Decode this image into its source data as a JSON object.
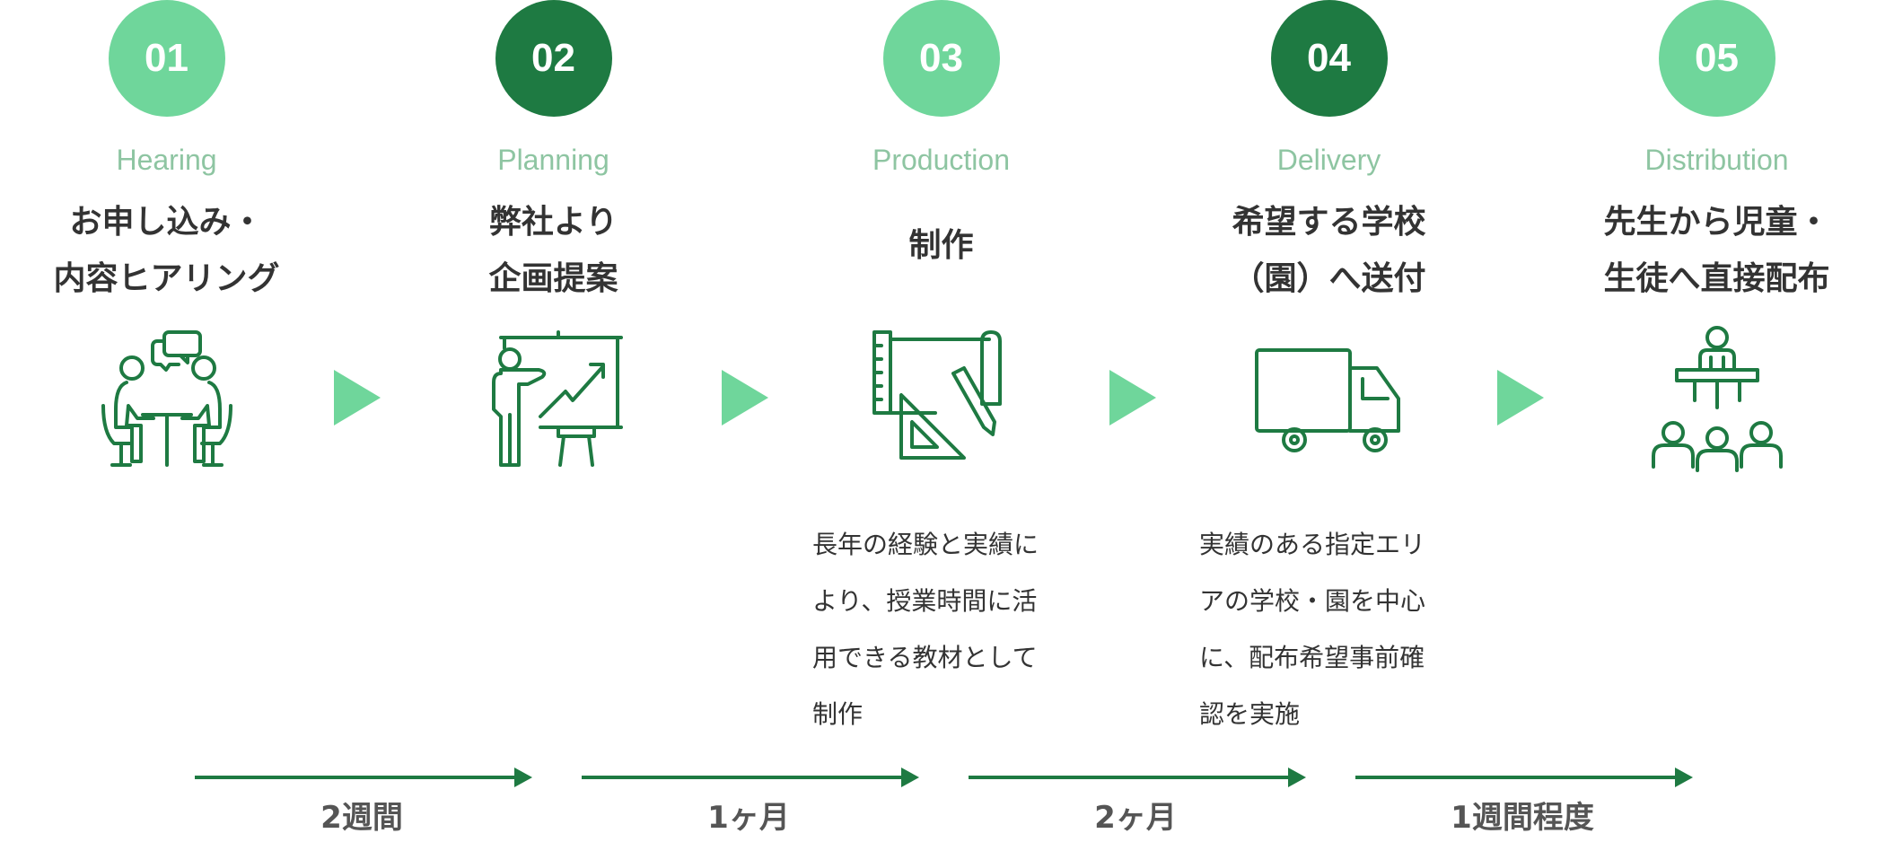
{
  "colors": {
    "light": "#6fd69b",
    "dark": "#1e7a42",
    "label": "#8ec5a2"
  },
  "steps": [
    {
      "num": "01",
      "en": "Hearing",
      "title": [
        "お申し込み・",
        "内容ヒアリング"
      ],
      "icon": "meeting-icon"
    },
    {
      "num": "02",
      "en": "Planning",
      "title": [
        "弊社より",
        "企画提案"
      ],
      "icon": "presentation-icon"
    },
    {
      "num": "03",
      "en": "Production",
      "title": [
        "制作"
      ],
      "icon": "drafting-tools-icon",
      "desc": [
        "長年の経験と実績に",
        "より、授業時間に活",
        "用できる教材として",
        "制作"
      ]
    },
    {
      "num": "04",
      "en": "Delivery",
      "title": [
        "希望する学校",
        "（園）へ送付"
      ],
      "icon": "truck-icon",
      "desc": [
        "実績のある指定エリ",
        "アの学校・園を中心",
        "に、配布希望事前確",
        "認を実施"
      ]
    },
    {
      "num": "05",
      "en": "Distribution",
      "title": [
        "先生から児童・",
        "生徒へ直接配布"
      ],
      "icon": "teacher-students-icon"
    }
  ],
  "durations": [
    "2週間",
    "1ヶ月",
    "2ヶ月",
    "1週間程度"
  ]
}
